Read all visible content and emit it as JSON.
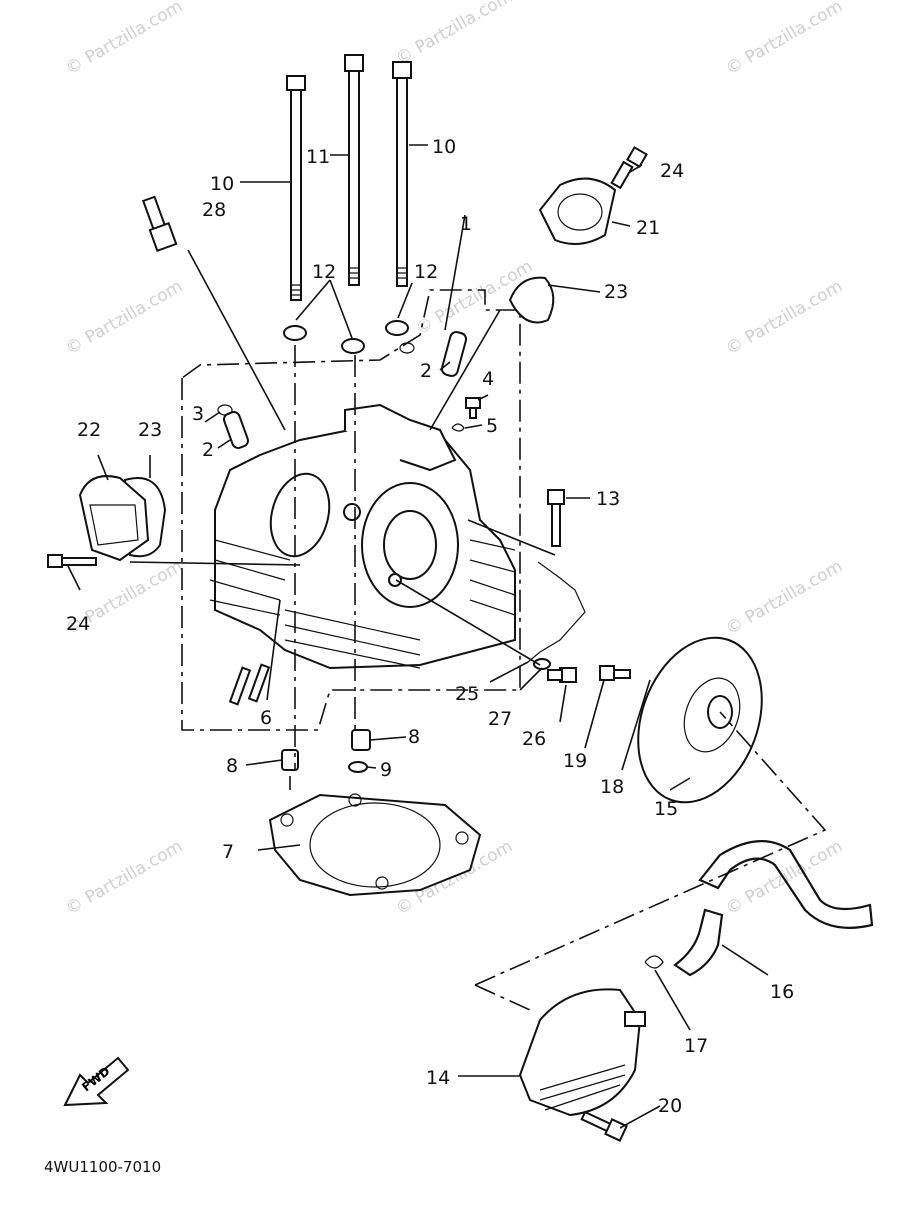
{
  "watermark": "© Partzilla.com",
  "diagram_code": "4WU1100-7010",
  "fwd_label": "FWD",
  "callouts": {
    "p2a": "2",
    "p2b": "2",
    "p3": "3",
    "p4": "4",
    "p5": "5",
    "p6": "6",
    "p7": "7",
    "p8a": "8",
    "p8b": "8",
    "p9": "9",
    "p10a": "10",
    "p10b": "10",
    "p11": "11",
    "p12a": "12",
    "p12b": "12",
    "p13": "13",
    "p14": "14",
    "p15": "15",
    "p16": "16",
    "p17": "17",
    "p18": "18",
    "p19": "19",
    "p20": "20",
    "p21": "21",
    "p22": "22",
    "p23a": "23",
    "p23b": "23",
    "p24a": "24",
    "p24b": "24",
    "p25": "25",
    "p26": "26",
    "p27": "27",
    "p28": "28",
    "p1": "1"
  }
}
